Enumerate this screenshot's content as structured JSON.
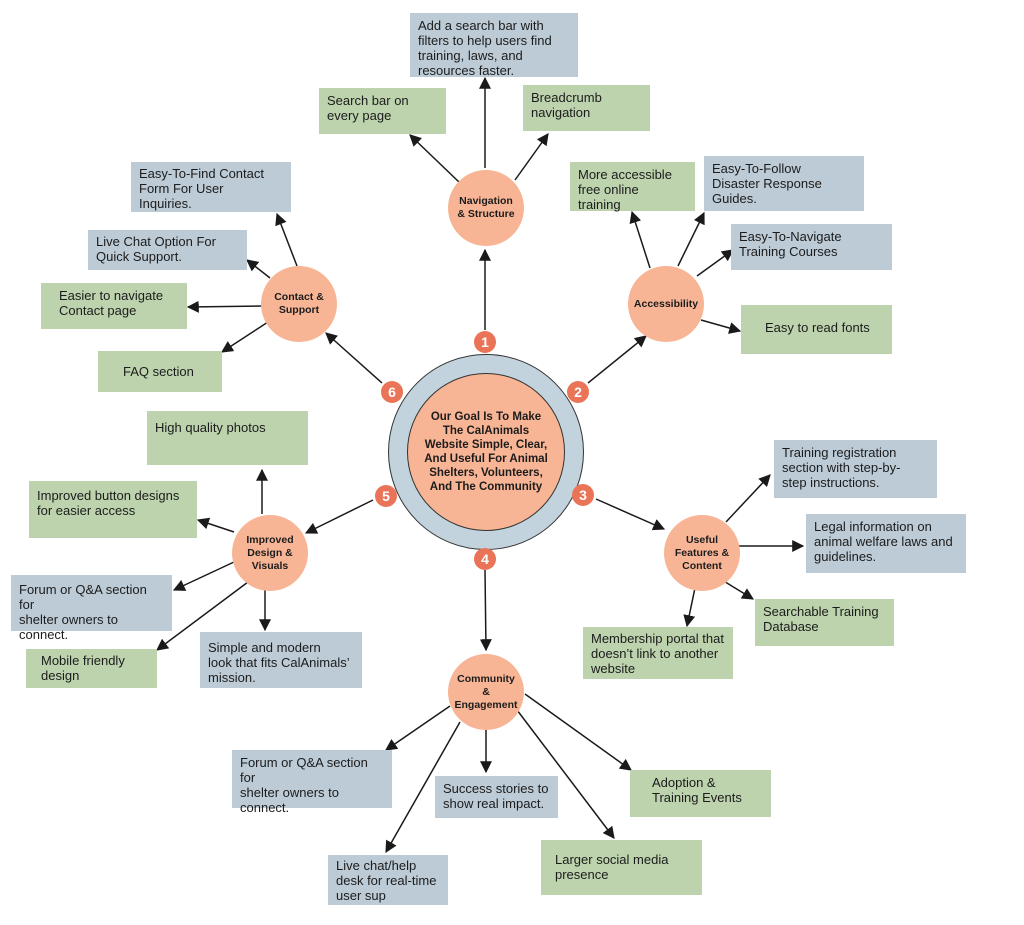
{
  "center": {
    "label": "Our Goal Is To Make\nThe CalAnimals\nWebsite Simple, Clear,\nAnd Useful For Animal\nShelters, Volunteers,\nAnd The Community"
  },
  "numbers": [
    "1",
    "2",
    "3",
    "4",
    "5",
    "6"
  ],
  "hubs": {
    "navigation": "Navigation\n& Structure",
    "accessibility": "Accessibility",
    "useful_features": "Useful\nFeatures &\nContent",
    "community": "Community\n&\nEngagement",
    "design": "Improved\nDesign &\nVisuals",
    "contact": "Contact &\nSupport"
  },
  "boxes": {
    "nav_search_filters": "Add a search bar with\nfilters to help users find\ntraining, laws, and\nresources faster.",
    "nav_search_every_page": "Search bar on\nevery page",
    "nav_breadcrumb": "Breadcrumb\nnavigation",
    "acc_free_training": "More accessible\nfree online\ntraining",
    "acc_disaster_guides": "Easy-To-Follow\nDisaster Response\nGuides.",
    "acc_navigate_courses": "Easy-To-Navigate\nTraining Courses",
    "acc_fonts": "Easy to read fonts",
    "useful_registration": "Training registration\nsection with step-by-\nstep instructions.",
    "useful_legal": "Legal information on\nanimal welfare laws and\nguidelines.",
    "useful_database": "Searchable Training\nDatabase",
    "useful_membership": "Membership portal that\ndoesn’t link to another\nwebsite",
    "com_forum": "Forum or Q&A section for\nshelter owners to\nconnect.",
    "com_success": "Success stories to\nshow real impact.",
    "com_adoption": "Adoption &\nTraining Events",
    "com_livechat": "Live chat/help\ndesk for real-time\nuser sup",
    "com_social": "Larger social media\npresence",
    "des_photos": "High quality photos",
    "des_buttons": "Improved button designs\nfor easier access",
    "des_forum": "Forum or Q&A section for\nshelter owners to\nconnect.",
    "des_mobile": "Mobile friendly\ndesign",
    "des_modern": "Simple and modern\nlook that fits CalAnimals’\nmission.",
    "con_form": "Easy-To-Find Contact\nForm For User\nInquiries.",
    "con_livechat": "Live Chat Option For\nQuick Support.",
    "con_navigate": "Easier to navigate\nContact page",
    "con_faq": "FAQ section"
  },
  "colors": {
    "hub_fill": "#f8b595",
    "number_badge": "#ea7458",
    "box_blue": "#bccbd6",
    "box_green": "#bcd3ad",
    "center_ring": "#c3d3dd"
  }
}
